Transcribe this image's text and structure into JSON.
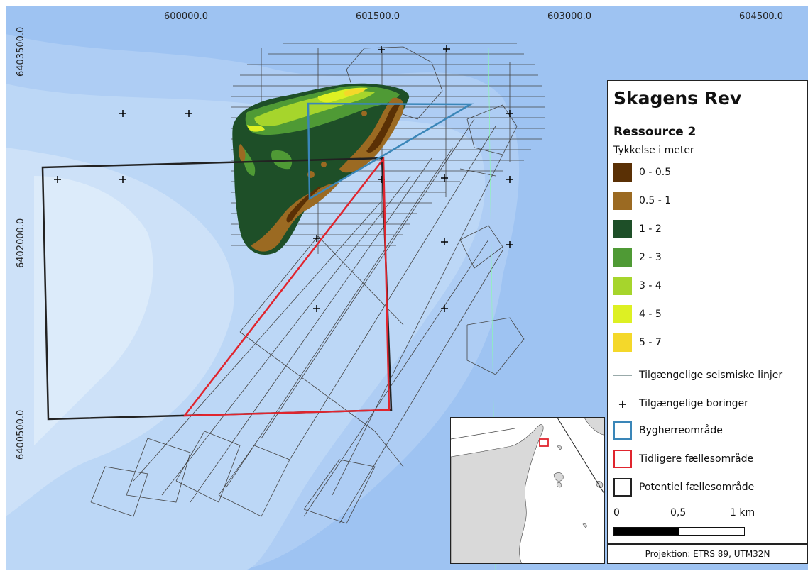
{
  "coordinates": {
    "top": [
      "600000.0",
      "601500.0",
      "603000.0",
      "604500.0"
    ],
    "left": [
      "6403500.0",
      "6402000.0",
      "6400500.0"
    ]
  },
  "legend": {
    "title": "Skagens Rev",
    "subtitle": "Ressource 2",
    "layer_title": "Tykkelse i meter",
    "classes": [
      {
        "label": "0 - 0.5",
        "color": "#5a3005"
      },
      {
        "label": "0.5 - 1",
        "color": "#9b6a22"
      },
      {
        "label": "1 - 2",
        "color": "#1e4f28"
      },
      {
        "label": "2 - 3",
        "color": "#4f9a35"
      },
      {
        "label": "3 - 4",
        "color": "#a6d52c"
      },
      {
        "label": "4 - 5",
        "color": "#ddf023"
      },
      {
        "label": "5 - 7",
        "color": "#f4d82a"
      }
    ],
    "seismic_label": "Tilgængelige seismiske linjer",
    "borings_label": "Tilgængelige boringer",
    "bygherre_label": "Bygherreområde",
    "bygherre_color": "#3a86b8",
    "tidligere_label": "Tidligere fællesområde",
    "tidligere_color": "#e0252e",
    "potentiel_label": "Potentiel fællesområde",
    "potentiel_color": "#222222"
  },
  "scalebar": {
    "labels": [
      "0",
      "0,5",
      "1 km"
    ]
  },
  "projection": "Projektion: ETRS 89, UTM32N",
  "colors": {
    "sea_deep": "#9ec3f2",
    "sea_mid": "#b5d3f4",
    "sea_shallow": "#cfe2f7",
    "land": "#d9d9d9"
  }
}
